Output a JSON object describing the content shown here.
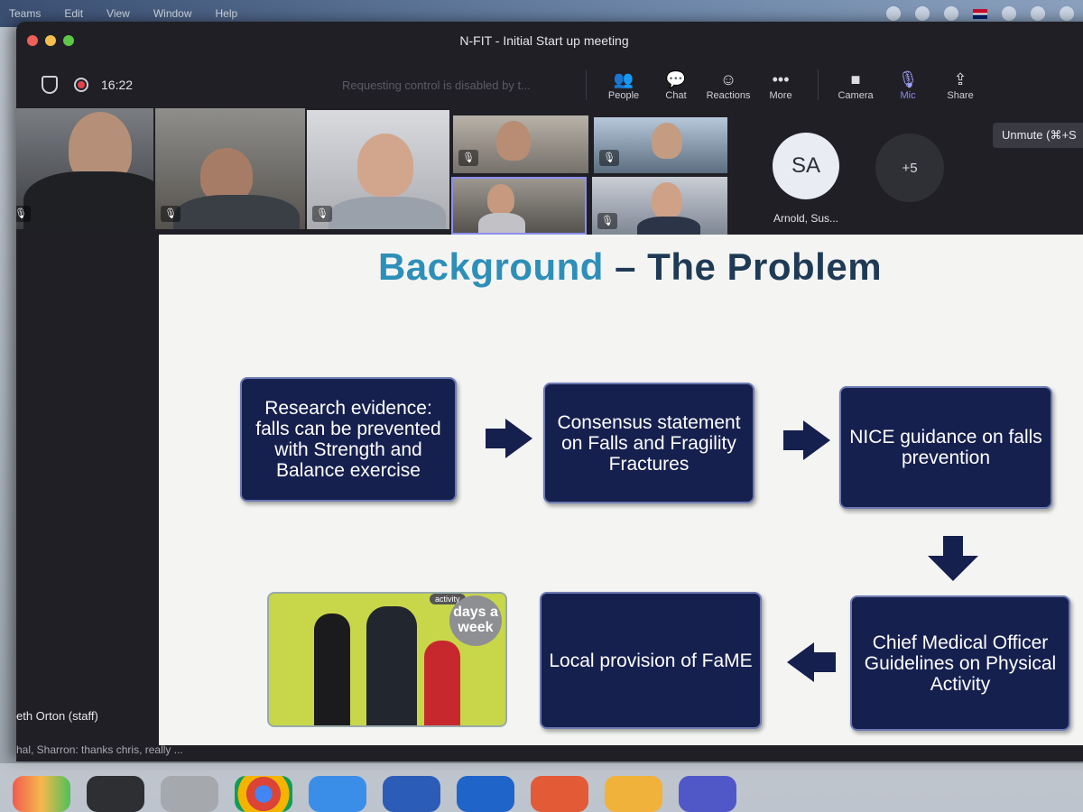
{
  "menubar": {
    "items": [
      "Teams",
      "Edit",
      "View",
      "Window",
      "Help"
    ]
  },
  "window": {
    "title": "N-FIT - Initial Start up meeting"
  },
  "toolbar": {
    "timer": "16:22",
    "request_control": "Requesting control is disabled by t...",
    "buttons": [
      {
        "label": "People",
        "icon": "people-icon"
      },
      {
        "label": "Chat",
        "icon": "chat-icon"
      },
      {
        "label": "Reactions",
        "icon": "reactions-icon"
      },
      {
        "label": "More",
        "icon": "more-icon"
      },
      {
        "label": "Camera",
        "icon": "camera-icon"
      },
      {
        "label": "Mic",
        "icon": "mic-off-icon"
      },
      {
        "label": "Share",
        "icon": "share-icon"
      }
    ],
    "unmute_tooltip": "Unmute (⌘+S"
  },
  "participants": {
    "avatar_initials": "SA",
    "avatar_name": "Arnold, Sus...",
    "overflow": "+5"
  },
  "slide": {
    "title_accent": "Background",
    "title_rest": " – The Problem",
    "boxes": {
      "research": "Research evidence: falls can be prevented with Strength and Balance exercise",
      "consensus": "Consensus statement on Falls and Fragility Fractures",
      "nice": "NICE guidance on falls prevention",
      "cmo": "Chief Medical Officer Guidelines on Physical Activity",
      "local": "Local provision of FaME"
    },
    "photo_badge": "days a week",
    "photo_tag": "activity"
  },
  "speaker": "eth Orton (staff)",
  "chat_preview": "hal, Sharron: thanks chris, really ..."
}
